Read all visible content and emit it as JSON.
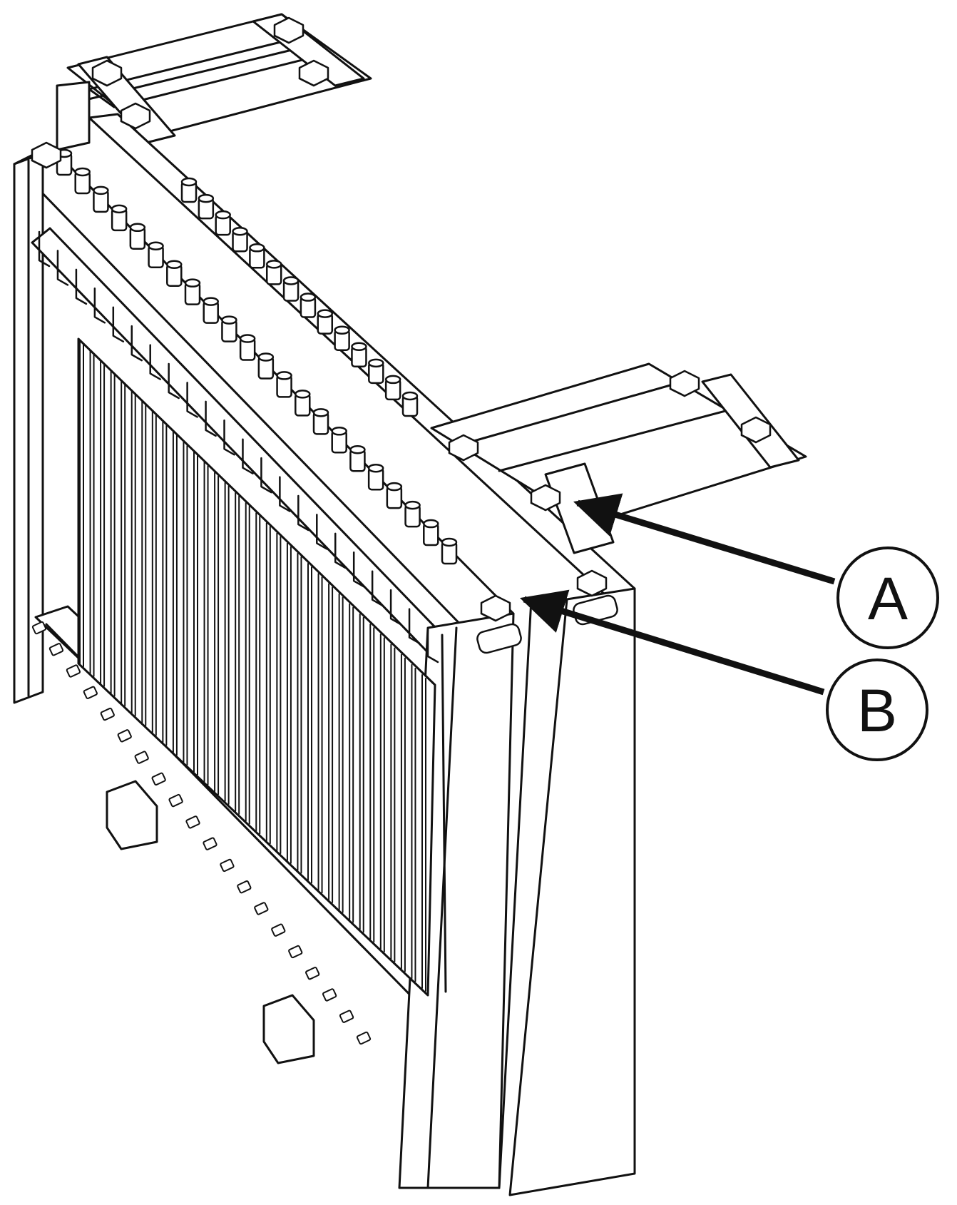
{
  "callouts": [
    {
      "id": "A",
      "label": "A"
    },
    {
      "id": "B",
      "label": "B"
    }
  ],
  "colors": {
    "line": "#111111",
    "background": "#ffffff",
    "face": "#ffffff"
  },
  "counts": {
    "vertical_fins": 34,
    "top_studs": 22,
    "rear_studs": 14,
    "bottom_bolts": 20
  }
}
